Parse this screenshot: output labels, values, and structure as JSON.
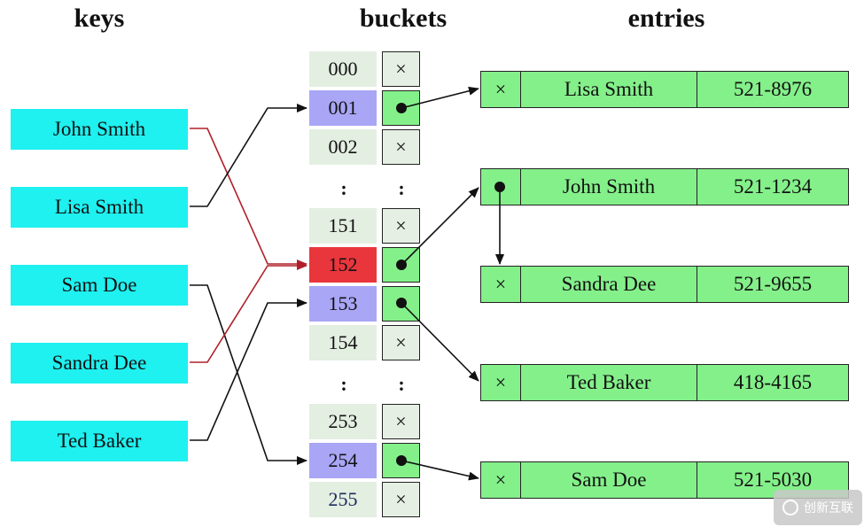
{
  "headers": {
    "keys": "keys",
    "buckets": "buckets",
    "entries": "entries"
  },
  "keys": [
    "John Smith",
    "Lisa Smith",
    "Sam Doe",
    "Sandra Dee",
    "Ted Baker"
  ],
  "buckets": {
    "b000": "000",
    "b001": "001",
    "b002": "002",
    "b151": "151",
    "b152": "152",
    "b153": "153",
    "b154": "154",
    "b253": "253",
    "b254": "254",
    "b255": "255",
    "ellipsis": ":",
    "empty_mark": "×"
  },
  "entries": [
    {
      "mark": "×",
      "name": "Lisa Smith",
      "phone": "521-8976"
    },
    {
      "mark": "",
      "name": "John Smith",
      "phone": "521-1234"
    },
    {
      "mark": "×",
      "name": "Sandra Dee",
      "phone": "521-9655"
    },
    {
      "mark": "×",
      "name": "Ted Baker",
      "phone": "418-4165"
    },
    {
      "mark": "×",
      "name": "Sam Doe",
      "phone": "521-5030"
    }
  ],
  "watermark": {
    "text": "创新互联"
  },
  "colors": {
    "key_bg": "#1ff0f0",
    "entry_bg": "#84f08a",
    "bucket_blue": "#a9a6f6",
    "bucket_red": "#e8363c",
    "collision_line": "#b0202a"
  }
}
